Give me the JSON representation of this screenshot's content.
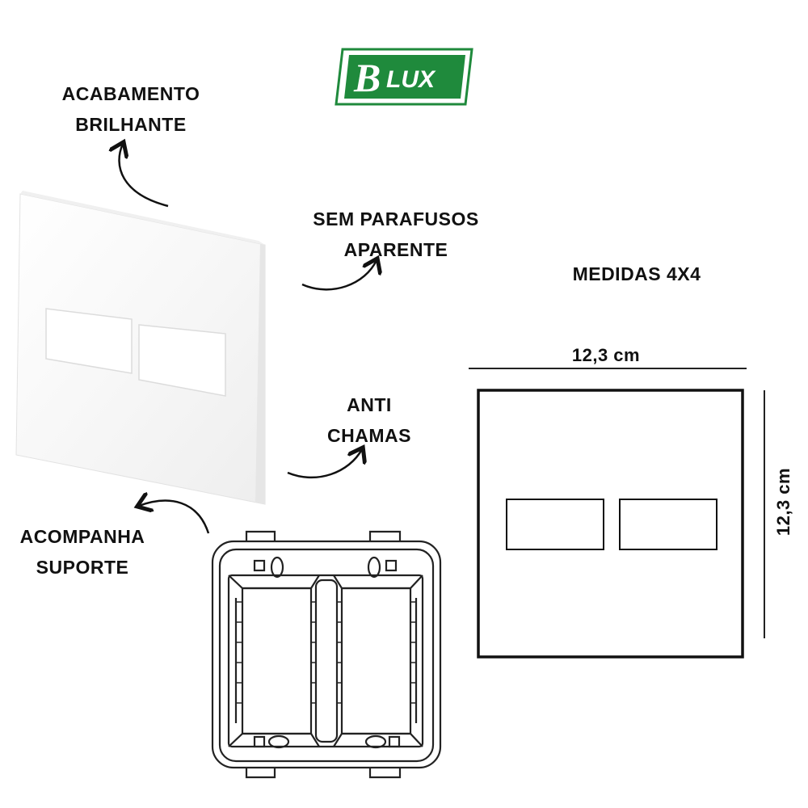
{
  "brand": {
    "logo_letter": "B",
    "logo_text": "LUX",
    "registered": "®",
    "green": "#1f8a3c",
    "green_dark": "#0d6b2a"
  },
  "features": {
    "acabamento": [
      "ACABAMENTO",
      "BRILHANTE"
    ],
    "sem_parafusos": [
      "SEM PARAFUSOS",
      "APARENTE"
    ],
    "anti_chamas": [
      "ANTI",
      "CHAMAS"
    ],
    "acompanha": [
      "ACOMPANHA",
      "SUPORTE"
    ]
  },
  "dimensions": {
    "title": "MEDIDAS 4X4",
    "width": "12,3 cm",
    "height": "12,3 cm"
  }
}
